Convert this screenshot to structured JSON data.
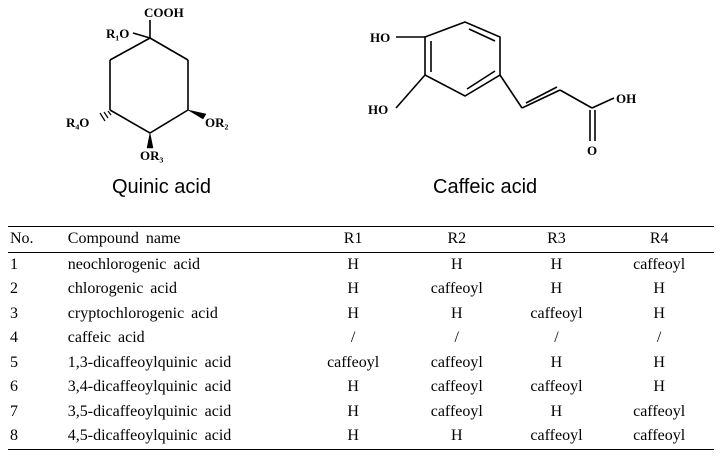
{
  "structures": {
    "quinic": {
      "caption": "Quinic acid",
      "labels": {
        "cooh": "COOH",
        "r1o": "R₁O",
        "or2": "OR₂",
        "or3": "OR₃",
        "r4o": "R₄O"
      }
    },
    "caffeic": {
      "caption": "Caffeic acid",
      "labels": {
        "ho_top": "HO",
        "ho_bottom": "HO",
        "oh": "OH",
        "o": "O"
      }
    }
  },
  "table": {
    "headers": {
      "no": "No.",
      "name": "Compound name",
      "r1": "R1",
      "r2": "R2",
      "r3": "R3",
      "r4": "R4"
    },
    "rows": [
      {
        "no": "1",
        "name": "neochlorogenic acid",
        "r1": "H",
        "r2": "H",
        "r3": "H",
        "r4": "caffeoyl"
      },
      {
        "no": "2",
        "name": "chlorogenic acid",
        "r1": "H",
        "r2": "caffeoyl",
        "r3": "H",
        "r4": "H"
      },
      {
        "no": "3",
        "name": "cryptochlorogenic acid",
        "r1": "H",
        "r2": "H",
        "r3": "caffeoyl",
        "r4": "H"
      },
      {
        "no": "4",
        "name": "caffeic acid",
        "r1": "/",
        "r2": "/",
        "r3": "/",
        "r4": "/"
      },
      {
        "no": "5",
        "name": "1,3-dicaffeoylquinic acid",
        "r1": "caffeoyl",
        "r2": "caffeoyl",
        "r3": "H",
        "r4": "H"
      },
      {
        "no": "6",
        "name": "3,4-dicaffeoylquinic acid",
        "r1": "H",
        "r2": "caffeoyl",
        "r3": "caffeoyl",
        "r4": "H"
      },
      {
        "no": "7",
        "name": "3,5-dicaffeoylquinic acid",
        "r1": "H",
        "r2": "caffeoyl",
        "r3": "H",
        "r4": "caffeoyl"
      },
      {
        "no": "8",
        "name": "4,5-dicaffeoylquinic acid",
        "r1": "H",
        "r2": "H",
        "r3": "caffeoyl",
        "r4": "caffeoyl"
      }
    ]
  }
}
